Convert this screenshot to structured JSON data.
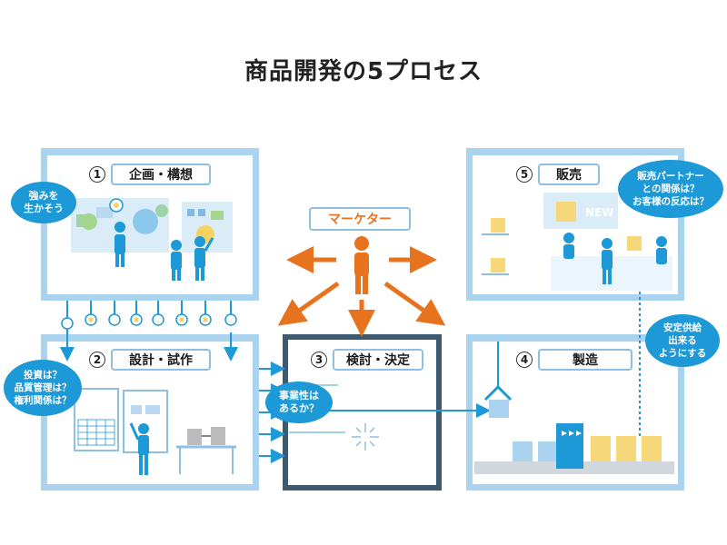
{
  "title": "商品開発の5プロセス",
  "processes": [
    {
      "num": "1",
      "label": "企画・構想"
    },
    {
      "num": "2",
      "label": "設計・試作"
    },
    {
      "num": "3",
      "label": "検討・決定"
    },
    {
      "num": "4",
      "label": "製造"
    },
    {
      "num": "5",
      "label": "販売"
    }
  ],
  "marketer": "マーケター",
  "bubbles": {
    "strengths": "強みを\n生かそう",
    "investment": "投資は？\n品質管理は？\n権利関係は？",
    "business": "事業性は\nあるか？",
    "partners": "販売パートナー\nとの関係は？\nお客様の反応は？",
    "supply": "安定供給\n出来る\nようにする"
  },
  "sign_new": "NEW",
  "colors": {
    "frame": "#a9d3ef",
    "frame_dark": "#3d5a6e",
    "figure_blue": "#1c99d6",
    "marketer_orange": "#e8731f",
    "bulb_yellow": "#f4d35e"
  }
}
